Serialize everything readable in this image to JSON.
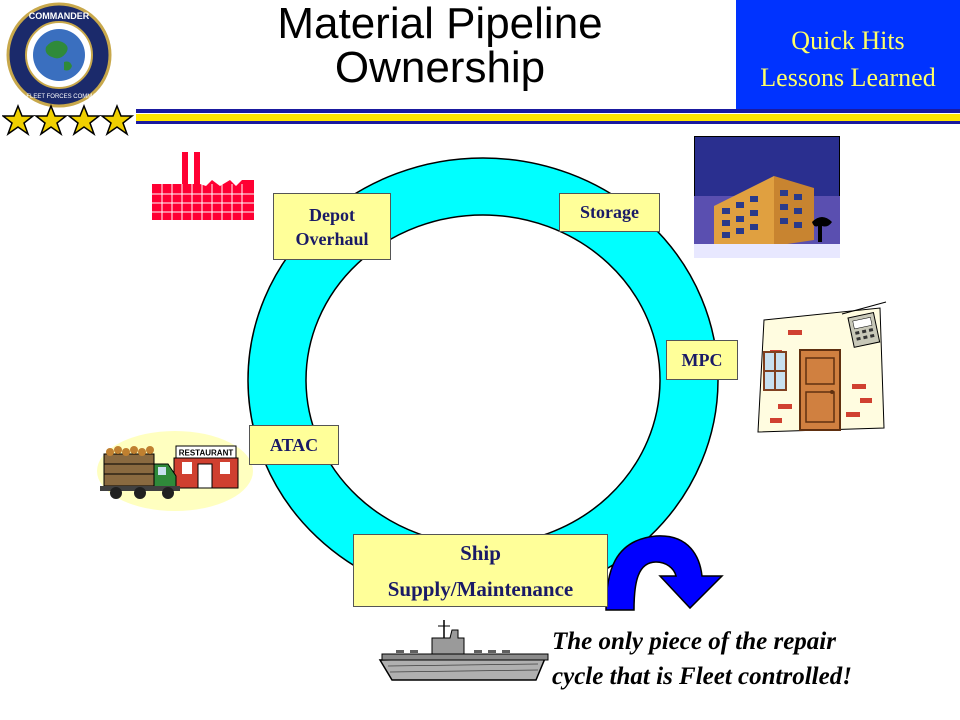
{
  "header": {
    "title_line1": "Material Pipeline",
    "title_line2": "Ownership",
    "badge_line1": "Quick Hits",
    "badge_line2": "Lessons Learned"
  },
  "seal": {
    "text": "COMMANDER U.S. FLEET FORCES COMMAND"
  },
  "pipeline": {
    "nodes": {
      "depot_line1": "Depot",
      "depot_line2": "Overhaul",
      "storage": "Storage",
      "mpc": "MPC",
      "atac": "ATAC",
      "ship_line1": "Ship",
      "ship_line2": "Supply/Maintenance"
    }
  },
  "restaurant_sign": "RESTAURANT",
  "caption": {
    "line1": "The only piece of the repair",
    "line2": "cycle that is Fleet controlled!"
  },
  "colors": {
    "ring": "#00ffff",
    "label_fill": "#ffff99",
    "badge": "#0033ff",
    "badge_text": "#ffff66",
    "arrow": "#0000ff",
    "factory": "#ff0033"
  }
}
